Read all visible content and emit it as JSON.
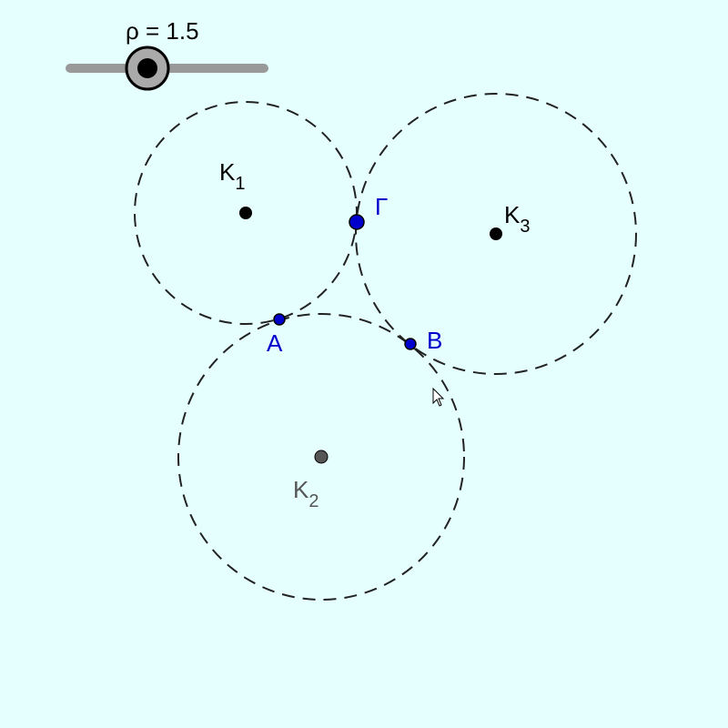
{
  "slider": {
    "label": "ρ = 1.5",
    "value": 1.5,
    "track_color": "#999999",
    "knob_color": "#000000"
  },
  "circles": [
    {
      "id": "K1",
      "name": "K",
      "sub": "1",
      "color": "#000000"
    },
    {
      "id": "K2",
      "name": "K",
      "sub": "2",
      "color": "#555555"
    },
    {
      "id": "K3",
      "name": "K",
      "sub": "3",
      "color": "#000000"
    }
  ],
  "points": [
    {
      "id": "A",
      "label": "A",
      "color": "#0000cc"
    },
    {
      "id": "B",
      "label": "B",
      "color": "#0000cc"
    },
    {
      "id": "G",
      "label": "Γ",
      "color": "#0000cc"
    }
  ],
  "colors": {
    "background": "#e5ffff",
    "circle_stroke": "#222222",
    "point_fill": "#0000cc"
  },
  "icons": {
    "cursor": "mouse-pointer-icon"
  }
}
